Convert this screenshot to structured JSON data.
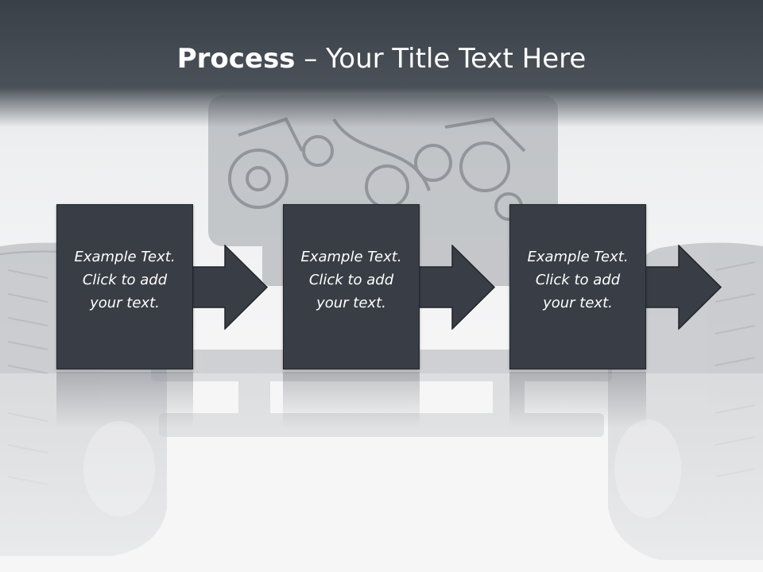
{
  "slide": {
    "title_bold": "Process",
    "title_rest": " – Your Title Text Here",
    "steps": [
      {
        "lines": [
          "Example Text.",
          "Click  to add",
          "your text."
        ]
      },
      {
        "lines": [
          "Example Text.",
          "Click  to add",
          "your text."
        ]
      },
      {
        "lines": [
          "Example Text.",
          "Click  to add",
          "your text."
        ]
      }
    ],
    "colors": {
      "title_band": "#3a4048",
      "box_fill": "#393d45",
      "title_text": "#ffffff"
    },
    "background_image": "engine-and-wheels-photo"
  }
}
